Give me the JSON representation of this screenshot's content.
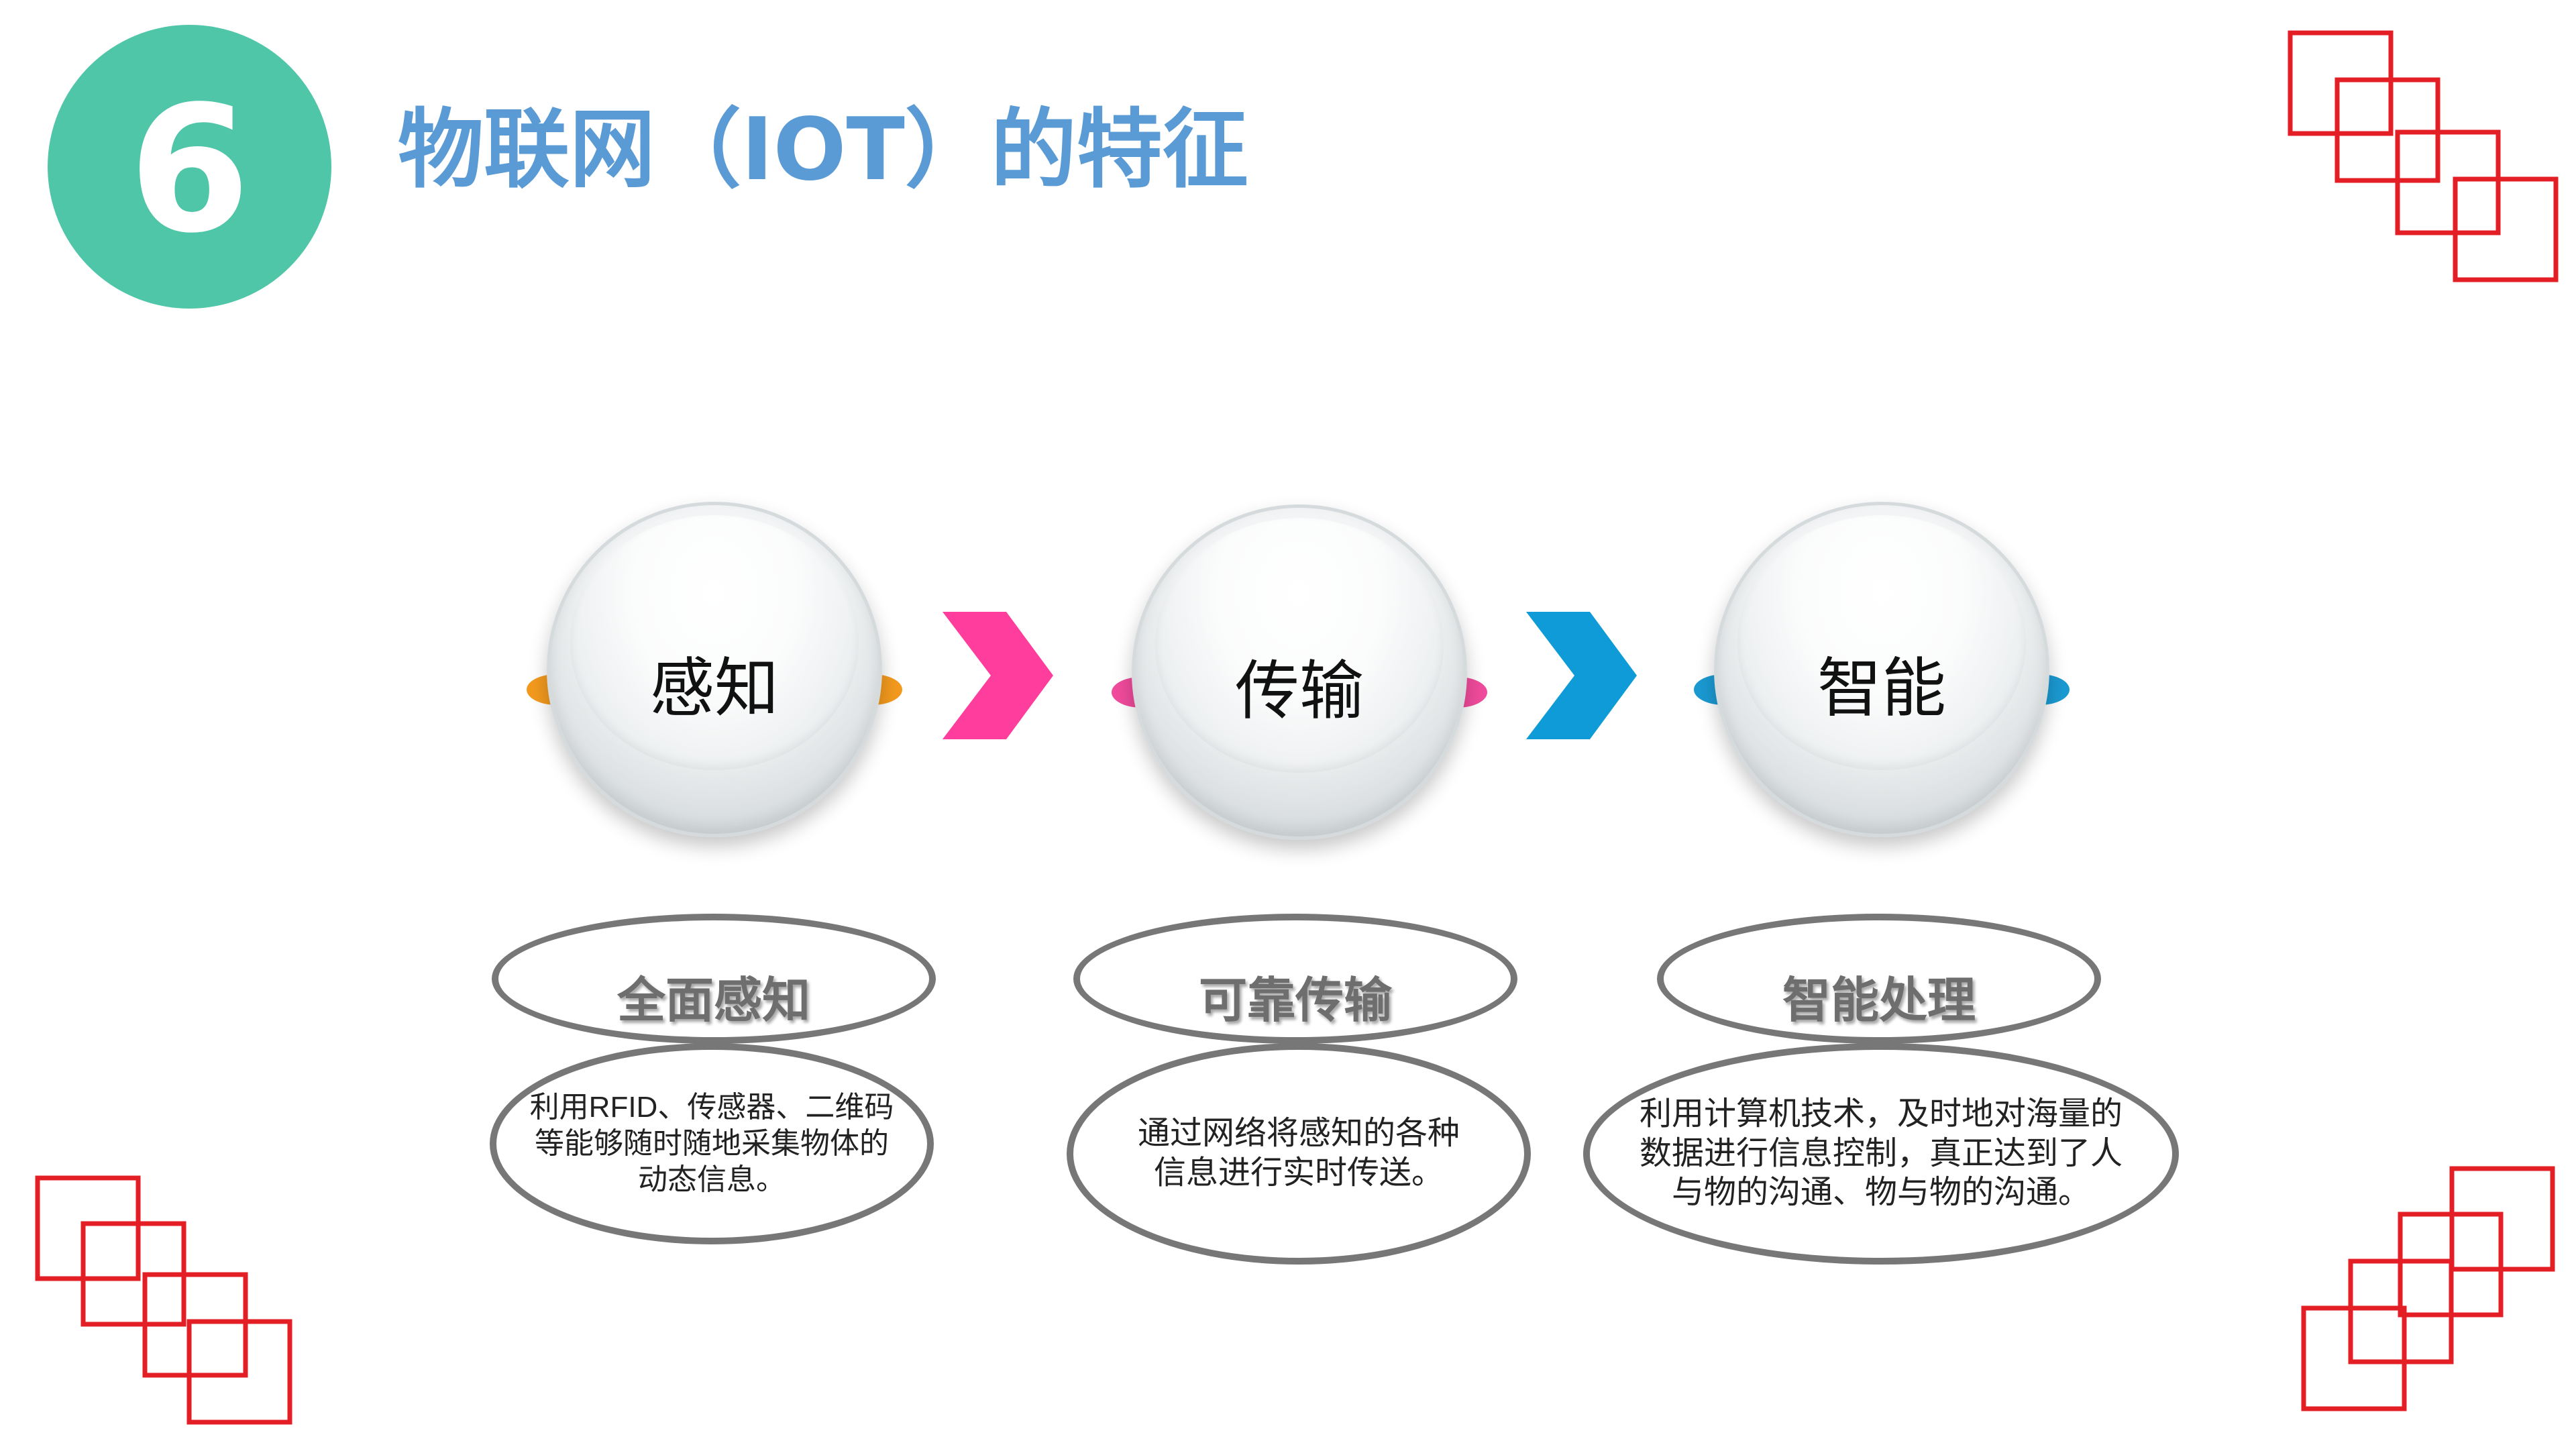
{
  "badge": {
    "number": "6",
    "color": "#50c6a8"
  },
  "title": "物联网（IOT）的特征",
  "title_color": "#5b9bd5",
  "deco_color": "#e31e24",
  "steps": [
    {
      "circle_label": "感知",
      "accent": "#f39a1e",
      "title": "全面感知",
      "description": "利用RFID、传感器、二维码等能够随时随地采集物体的动态信息。"
    },
    {
      "circle_label": "传输",
      "accent": "#f04b9c",
      "title": "可靠传输",
      "description": "通过网络将感知的各种信息进行实时传送。"
    },
    {
      "circle_label": "智能",
      "accent": "#1b9ad2",
      "title": "智能处理",
      "description": "利用计算机技术，及时地对海量的数据进行信息控制，真正达到了人与物的沟通、物与物的沟通。"
    }
  ],
  "arrows": [
    {
      "icon": "chevron-right-icon",
      "color": "#ff3d9d"
    },
    {
      "icon": "chevron-right-icon",
      "color": "#0f9bd7"
    }
  ]
}
